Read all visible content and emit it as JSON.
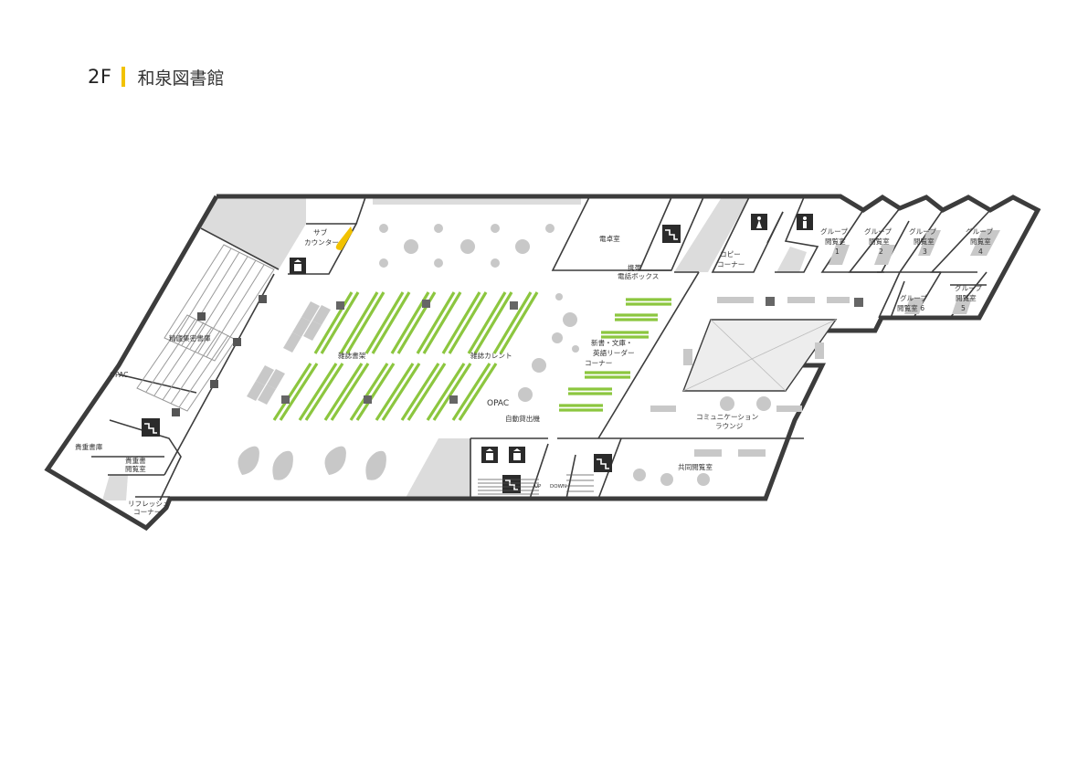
{
  "header": {
    "floor": "2F",
    "building": "和泉図書館"
  },
  "labels": {
    "sub_counter": [
      "サブ",
      "カウンター"
    ],
    "seijo_shoko": "精廬集密書庫",
    "opac_left": "OPAC",
    "kicho_shoko": "貴重書庫",
    "kicho_room": [
      "貴重書",
      "閲覧室"
    ],
    "refresh": [
      "リフレッシュ",
      "コーナー"
    ],
    "zasshi_shoka": "雑誌書架",
    "zasshi_current": "雑誌カレント",
    "opac_center": "OPAC",
    "jido_kashidashi": "自動貸出機",
    "dentaku": "電卓室",
    "keitai": [
      "携帯",
      "電話ボックス"
    ],
    "shinsho": [
      "新書・文庫・",
      "英語リーダー",
      "コーナー"
    ],
    "copy": [
      "コピー",
      "コーナー"
    ],
    "group1": [
      "グループ",
      "閲覧室",
      "1"
    ],
    "group2": [
      "グループ",
      "閲覧室",
      "2"
    ],
    "group3": [
      "グループ",
      "閲覧室",
      "3"
    ],
    "group4": [
      "グループ",
      "閲覧室",
      "4"
    ],
    "group5": [
      "グループ",
      "閲覧室",
      "5"
    ],
    "group6": [
      "グループ",
      "閲覧室 6"
    ],
    "communication": [
      "コミュニケーション",
      "ラウンジ"
    ],
    "kyodo": "共同閲覧室",
    "up": "UP",
    "down": "DOWN"
  },
  "icons": [
    "elevator-icon",
    "stairs-icon",
    "restroom-female-icon",
    "restroom-male-icon"
  ],
  "colors": {
    "accent": "#f2c200",
    "shelf_green": "#8cc63f",
    "wall": "#3c3c3c",
    "furniture": "#c8c8c8"
  }
}
